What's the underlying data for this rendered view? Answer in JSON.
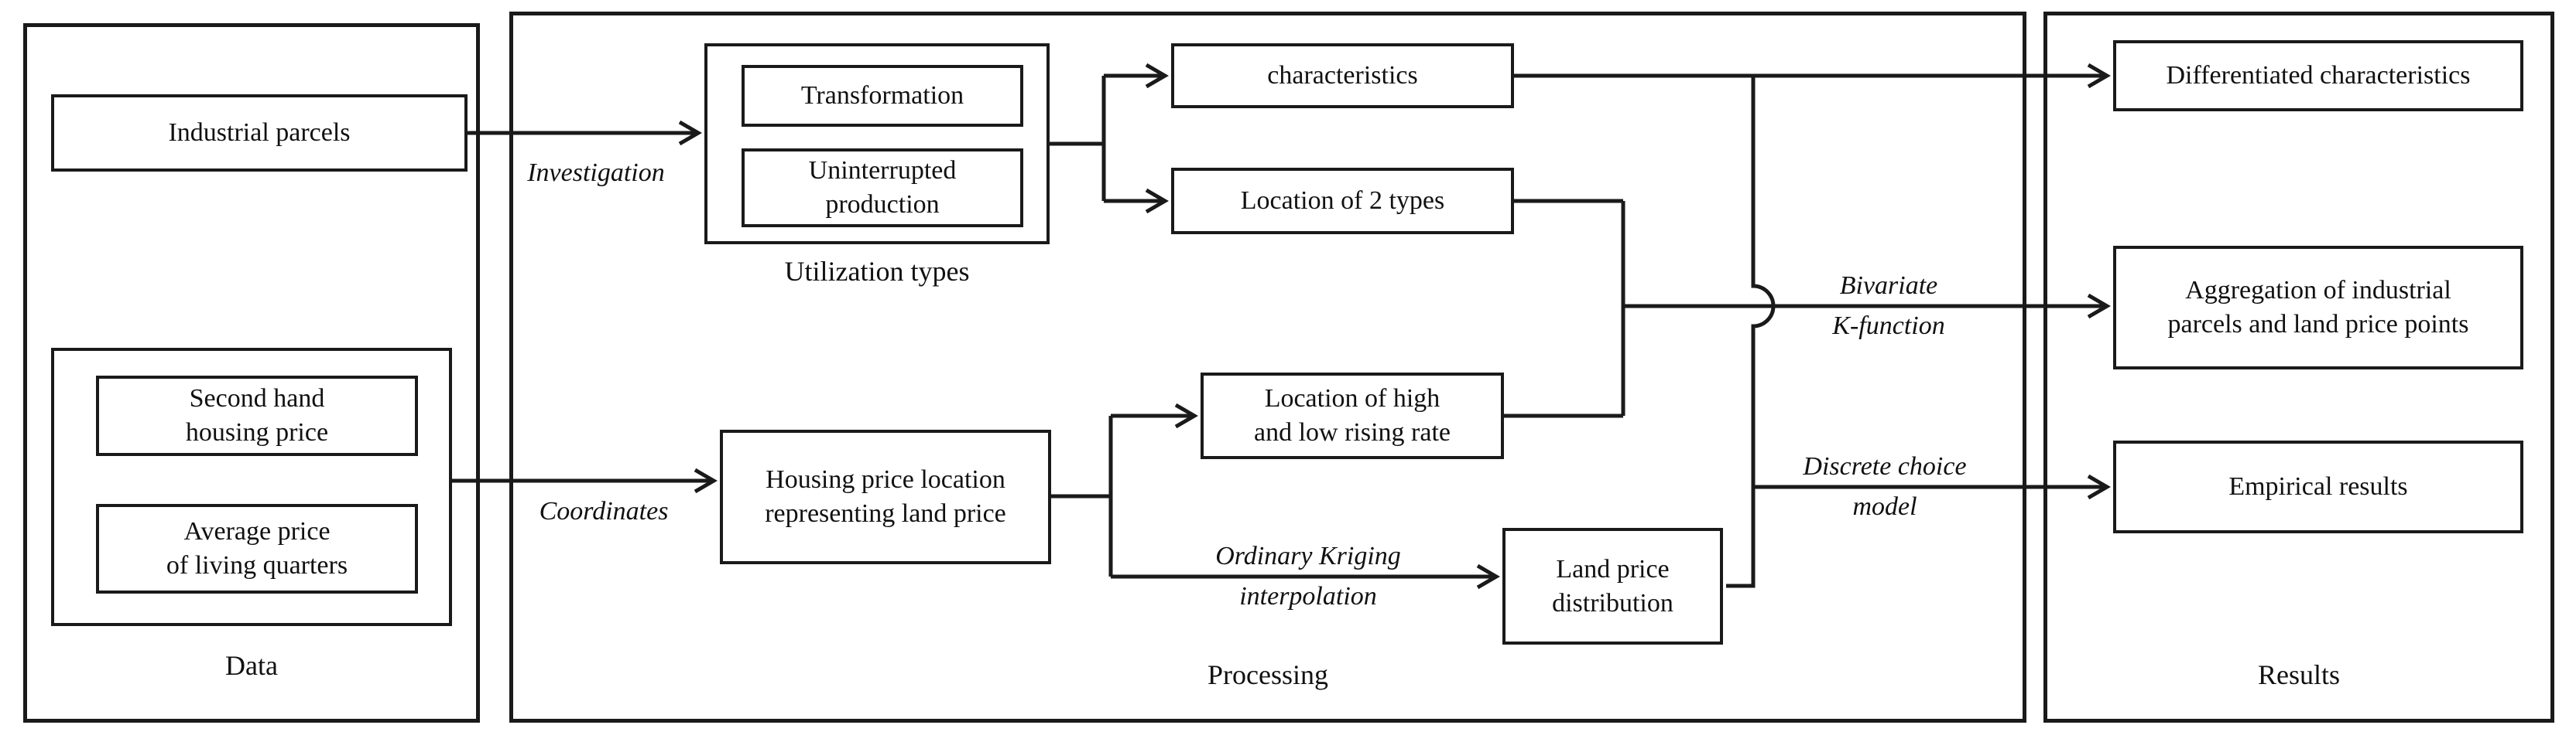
{
  "panels": {
    "data": {
      "caption": "Data",
      "boxes": {
        "industrial_parcels": "Industrial parcels",
        "second_hand": "Second hand\nhousing price",
        "average_price": "Average price\nof living quarters"
      }
    },
    "processing": {
      "caption": "Processing",
      "group_caption": "Utilization types",
      "boxes": {
        "transformation": "Transformation",
        "uninterrupted_production": "Uninterrupted\nproduction",
        "characteristics": "characteristics",
        "location_of_2_types": "Location of 2 types",
        "housing_price_location": "Housing price location\nrepresenting land price",
        "location_high_low": "Location of high\nand low rising rate",
        "land_price_distribution": "Land price\ndistribution"
      }
    },
    "results": {
      "caption": "Results",
      "boxes": {
        "differentiated_characteristics": "Differentiated characteristics",
        "aggregation": "Aggregation of industrial\nparcels and land price points",
        "empirical_results": "Empirical results"
      }
    }
  },
  "edge_labels": {
    "investigation": "Investigation",
    "coordinates": "Coordinates",
    "ordinary_kriging": "Ordinary Kriging\ninterpolation",
    "bivariate_k": "Bivariate\nK-function",
    "discrete_choice": "Discrete choice\nmodel"
  },
  "colors": {
    "background": "#ffffff",
    "line": "#1a1a1a",
    "text": "#111111"
  }
}
